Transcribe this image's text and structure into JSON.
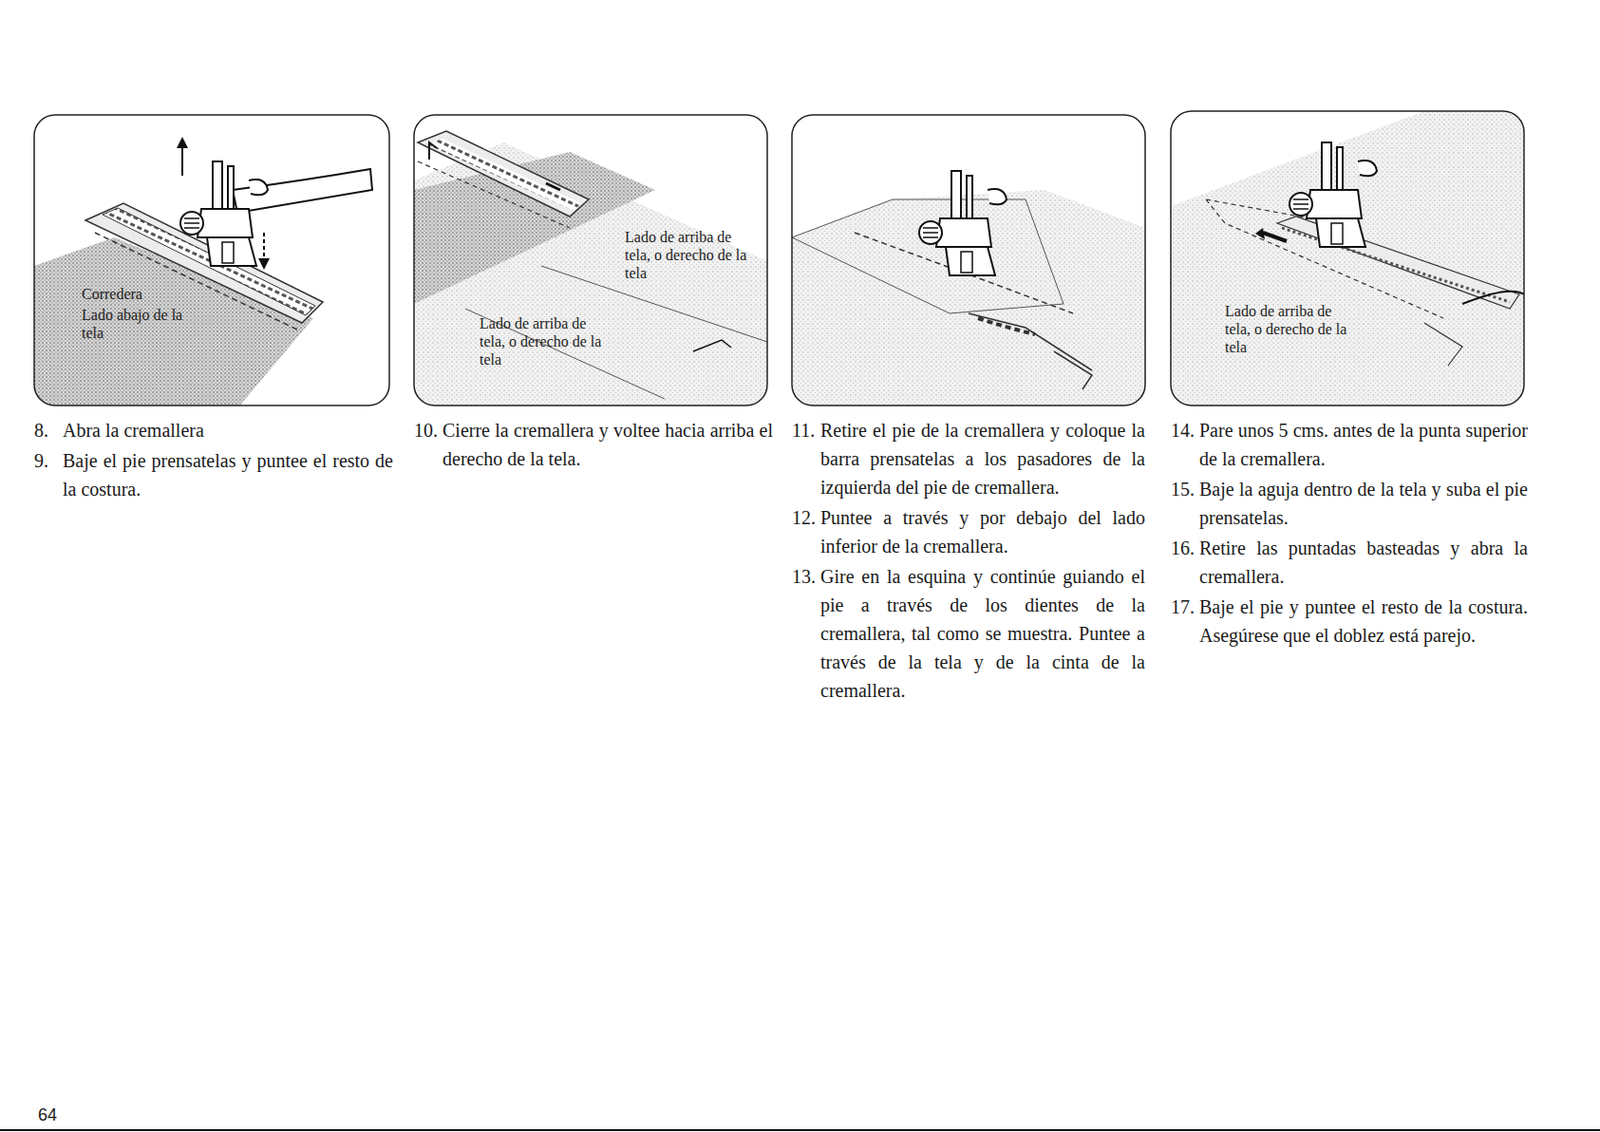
{
  "diagram": {
    "labels": [
      "Corredera",
      "Lado abajo de la tela",
      "Lado de arriba de tela, o derecho de la tela",
      "Lado de arriba de tela, o derecho de la tela",
      "Lado de arriba de tela, o derecho de la tela",
      "8.",
      "Abra la cremallera",
      "9.",
      "Baje el pie prensatelas y puntee el resto de la costura.",
      "10.",
      "Cierre la cremallera y voltee hacia arriba el derecho de la tela.",
      "11.",
      "Retire el pie de la cremallera y coloque la barra prensatelas a los pasadores de la izquierda del pie de cremallera.",
      "12.",
      "Puntee a través y por debajo del lado inferior de la cremallera.",
      "13.",
      "Gire en la esquina y continúe guiando el pie a través de los dientes de la cremallera, tal como se muestra. Puntee a través de la tela y de la cinta de la cremallera.",
      "14.",
      "Pare unos 5 cms. antes de la punta superior de la cremallera.",
      "15.",
      "Baje la aguja dentro de la tela y suba el pie prensatelas.",
      "16.",
      "Retire las puntadas basteadas y abra la cremallera.",
      "17.",
      "Baje el pie y puntee el resto de la costura. Asegúrese que el doblez está parejo.",
      "64"
    ]
  }
}
